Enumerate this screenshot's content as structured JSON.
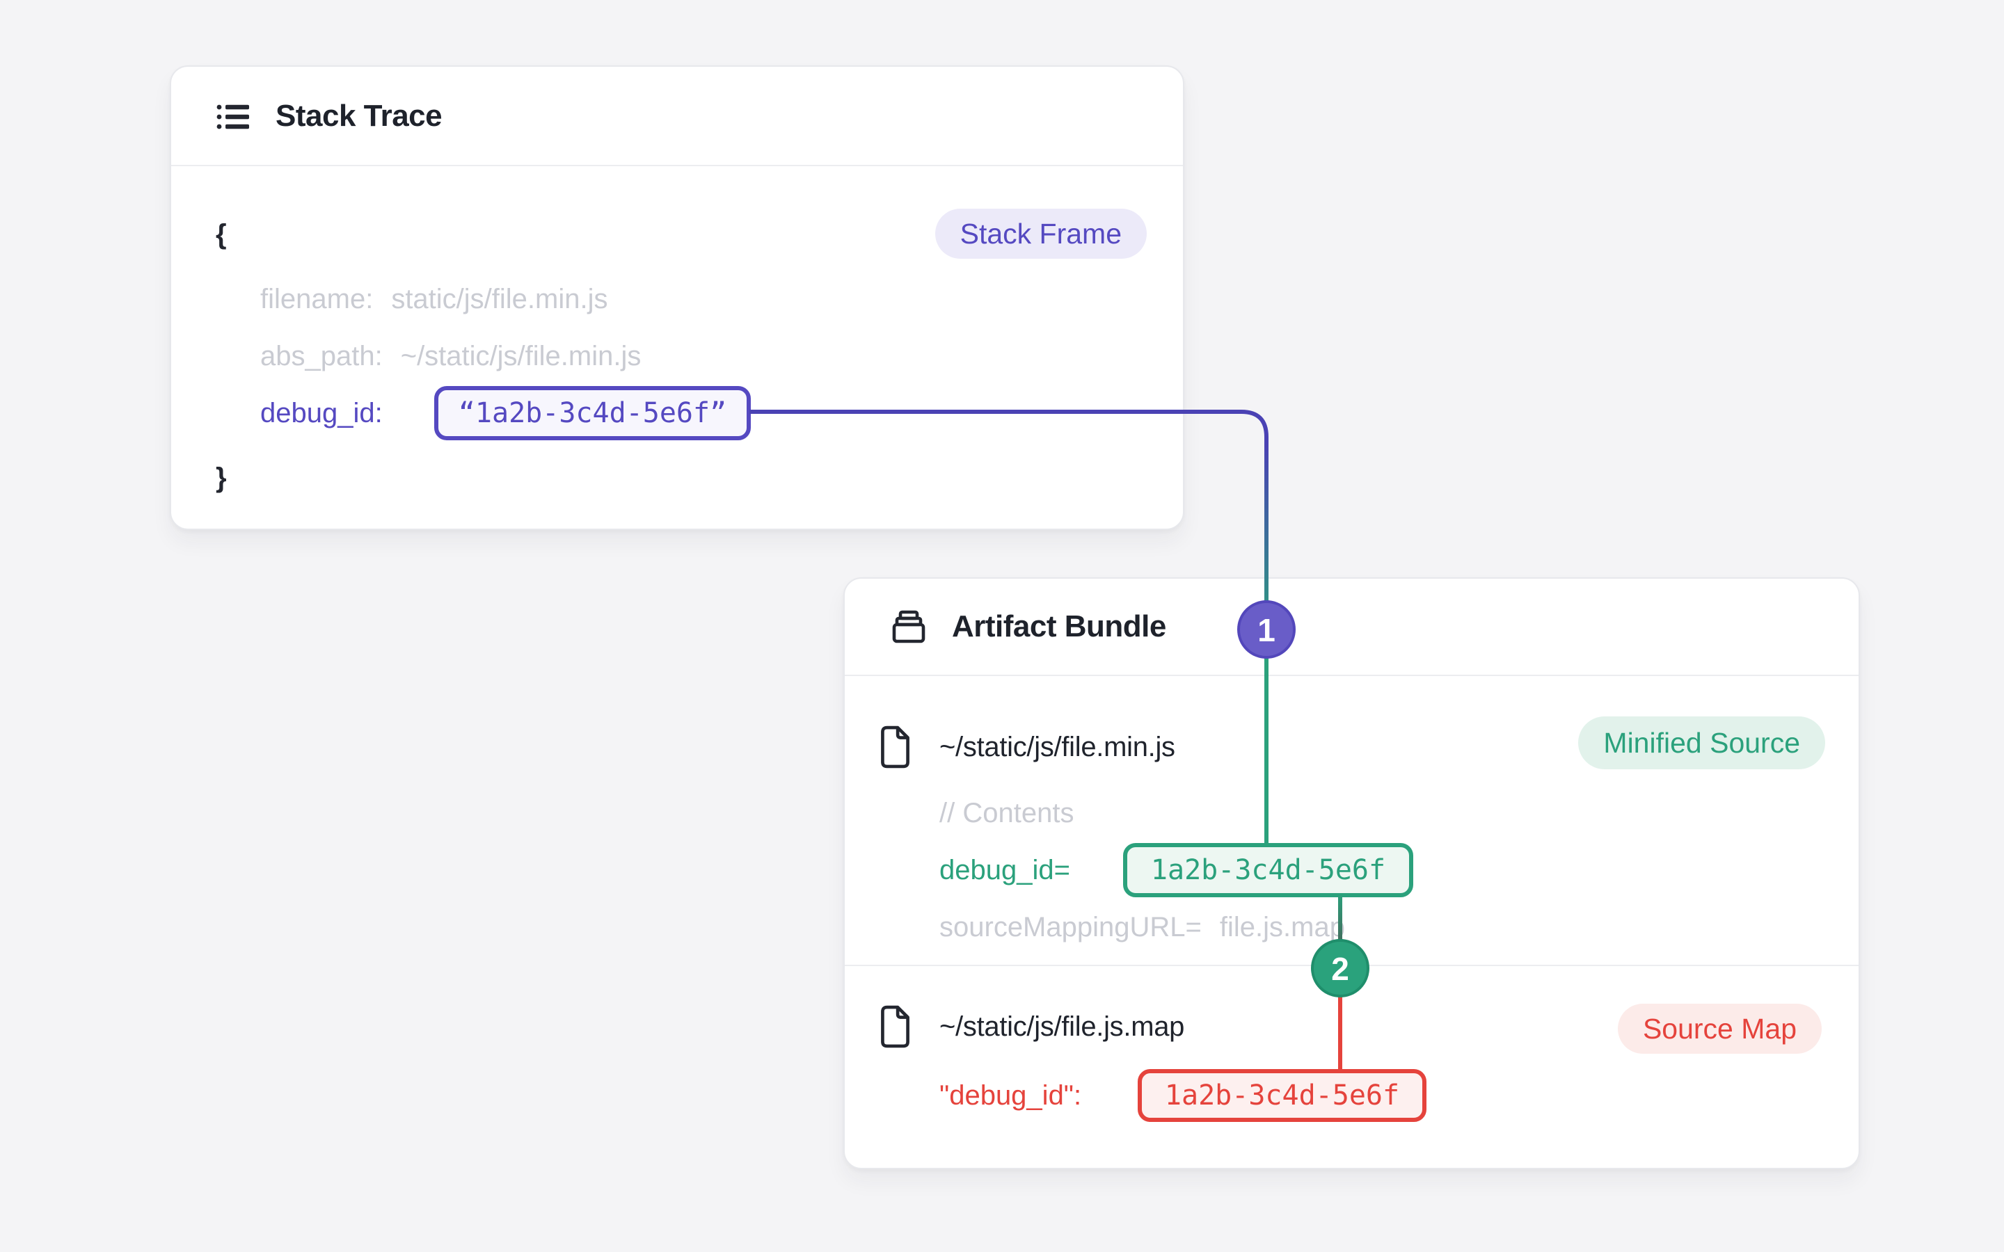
{
  "stack_trace": {
    "title": "Stack Trace",
    "badge": "Stack Frame",
    "brace_open": "{",
    "brace_close": "}",
    "fields": {
      "filename": {
        "key": "filename:",
        "value": "static/js/file.min.js"
      },
      "abs_path": {
        "key": "abs_path:",
        "value": "~/static/js/file.min.js"
      },
      "debug_id": {
        "key": "debug_id:",
        "value": "“1a2b-3c4d-5e6f”"
      }
    }
  },
  "artifact_bundle": {
    "title": "Artifact Bundle",
    "minified": {
      "path": "~/static/js/file.min.js",
      "badge": "Minified Source",
      "comment": "// Contents",
      "debug_id": {
        "key": "debug_id=",
        "value": "1a2b-3c4d-5e6f"
      },
      "source_mapping": {
        "key": "sourceMappingURL=",
        "value": "file.js.map"
      }
    },
    "source_map": {
      "path": "~/static/js/file.js.map",
      "badge": "Source Map",
      "debug_id": {
        "key": "\"debug_id\":",
        "value": "1a2b-3c4d-5e6f"
      }
    }
  },
  "connectors": {
    "step1_label": "1",
    "step2_label": "2"
  },
  "colors": {
    "purple": "#5549C1",
    "green": "#2BA17C",
    "red": "#E5433C",
    "muted_text": "#C9CBD2",
    "dark_text": "#1F232C",
    "page_background": "#F4F4F6"
  }
}
